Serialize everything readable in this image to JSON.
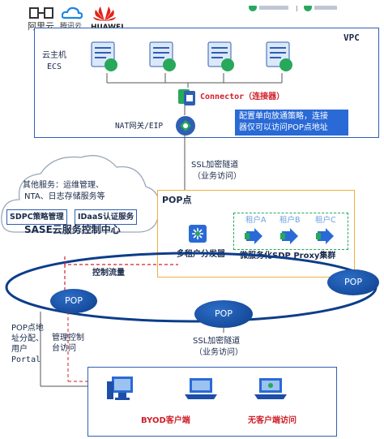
{
  "logos": {
    "aliyun": "阿里云",
    "tencent": "腾讯云",
    "huawei": "HUAWEI"
  },
  "vpc": {
    "title": "VPC",
    "ecs_label_1": "云主机",
    "ecs_label_2": "ECS",
    "connector": "Connector（连接器）",
    "nat": "NAT网关/EIP",
    "policy_note_1": "配置单向放通策略，连接",
    "policy_note_2": "器仅可以访问POP点地址"
  },
  "tunnel_top": {
    "line1": "SSL加密隧道",
    "line2": "（业务访问）"
  },
  "tunnel_bottom": {
    "line1": "SSL加密隧道",
    "line2": "（业务访问）"
  },
  "cloud": {
    "other_1": "其他服务：运维管理、",
    "other_2": "NTA、日志存储服务等",
    "sdpc": "SDPC策略管理",
    "idaas": "IDaaS认证服务",
    "title": "SASE云服务控制中心"
  },
  "pop_box": {
    "title": "POP点",
    "distributor": "多租户分发器",
    "tenants": [
      "租户A",
      "租户B",
      "租户C"
    ],
    "cluster": "微服务化SDP Proxy集群"
  },
  "control_flow": "控制流量",
  "pop_nodes": [
    "POP",
    "POP",
    "POP"
  ],
  "left_labels": {
    "pop_assign": [
      "POP点地",
      "址分配、",
      "用户",
      "Portal"
    ],
    "mgmt": [
      "管理控制",
      "台访问"
    ]
  },
  "clients": {
    "byod": "BYOD客户端",
    "clientless": "无客户端访问"
  },
  "colors": {
    "vpc_border": "#2f5fb3",
    "pop_border": "#f0b042",
    "accent_red": "#d0202a",
    "pop_ellipse": "#0c3d8a",
    "control_line": "#d0202a"
  }
}
